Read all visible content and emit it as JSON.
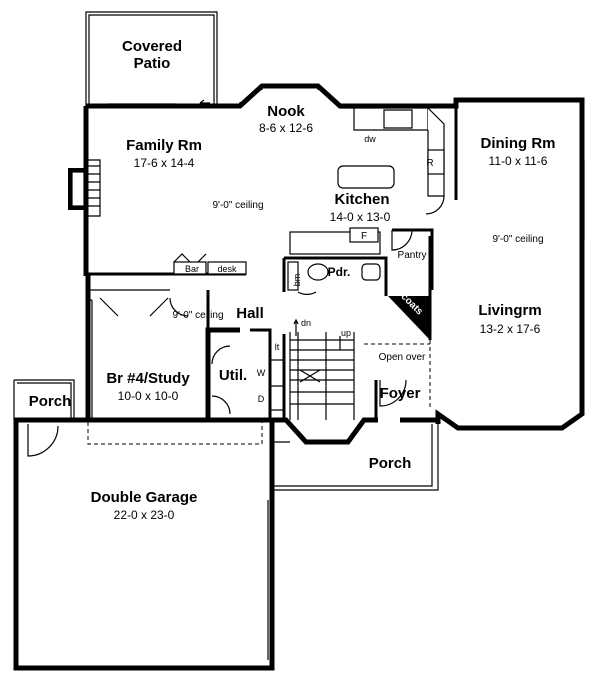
{
  "rooms": {
    "covered_patio": {
      "line1": "Covered",
      "line2": "Patio"
    },
    "nook": {
      "name": "Nook",
      "size": "8-6 x 12-6"
    },
    "family_rm": {
      "name": "Family Rm",
      "size": "17-6 x 14-4",
      "ceiling": "9'-0\" ceiling"
    },
    "kitchen": {
      "name": "Kitchen",
      "size": "14-0 x 13-0"
    },
    "dining_rm": {
      "name": "Dining Rm",
      "size": "11-0 x 11-6"
    },
    "livingrm": {
      "name": "Livingrm",
      "size": "13-2 x 17-6",
      "ceiling": "9'-0\" ceiling"
    },
    "hall": {
      "name": "Hall",
      "ceiling": "9'-0\" ceiling"
    },
    "br4_study": {
      "name": "Br #4/Study",
      "size": "10-0 x 10-0"
    },
    "util": {
      "name": "Util."
    },
    "foyer": {
      "name": "Foyer",
      "note": "Open over"
    },
    "porch_left": {
      "name": "Porch"
    },
    "porch_front": {
      "name": "Porch"
    },
    "double_garage": {
      "name": "Double Garage",
      "size": "22-0 x 23-0"
    },
    "pantry": {
      "name": "Pantry"
    },
    "powder": {
      "name": "Pdr."
    }
  },
  "fixtures": {
    "dw": "dw",
    "refrigerator": "R",
    "freezer": "F",
    "bar": "Bar",
    "desk": "desk",
    "bm": "bm",
    "coats": "coats",
    "linen": "lt",
    "washer": "W",
    "dryer": "D",
    "stairs_down": "dn",
    "stairs_up": "up"
  }
}
